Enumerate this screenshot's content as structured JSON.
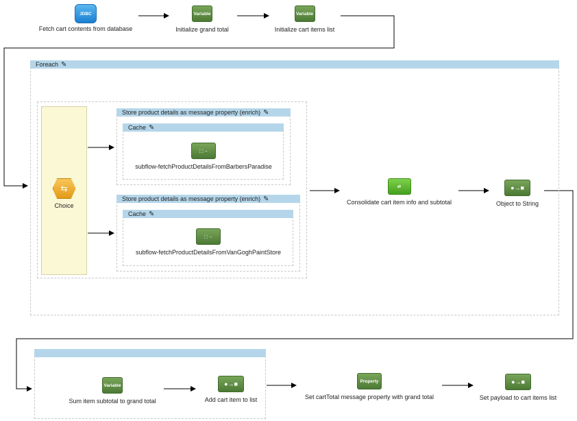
{
  "top_row": {
    "fetch": {
      "icon_text": "JDBC",
      "label": "Fetch cart contents from database"
    },
    "init_total": {
      "icon_text": "Variable",
      "label": "Initialize grand total"
    },
    "init_list": {
      "icon_text": "Variable",
      "label": "Initialize cart items list"
    }
  },
  "foreach": {
    "title": "Foreach",
    "choice": {
      "label": "Choice"
    },
    "enrich_1": {
      "title": "Store product details as message property (enrich)",
      "cache_title": "Cache",
      "subflow_label": "subflow-fetchProductDetailsFromBarbersParadise"
    },
    "enrich_2": {
      "title": "Store product details as message property (enrich)",
      "cache_title": "Cache",
      "subflow_label": "subflow-fetchProductDetailsFromVanGoghPaintStore"
    },
    "consolidate": {
      "label": "Consolidate cart item info and subtotal"
    },
    "object_to_string": {
      "label": "Object to String"
    }
  },
  "bottom_row": {
    "sum": {
      "icon_text": "Variable",
      "label": "Sum item subtotal to grand total"
    },
    "add": {
      "label": "Add cart item to list"
    },
    "set_prop": {
      "icon_text": "Property",
      "label": "Set cartTotal message property with grand total"
    },
    "set_payload": {
      "label": "Set payload to cart items list"
    }
  },
  "colors": {
    "scope_bar": "#b5d6ea",
    "choice_bg": "#fbf8d6",
    "processor": "#5e8c44"
  }
}
